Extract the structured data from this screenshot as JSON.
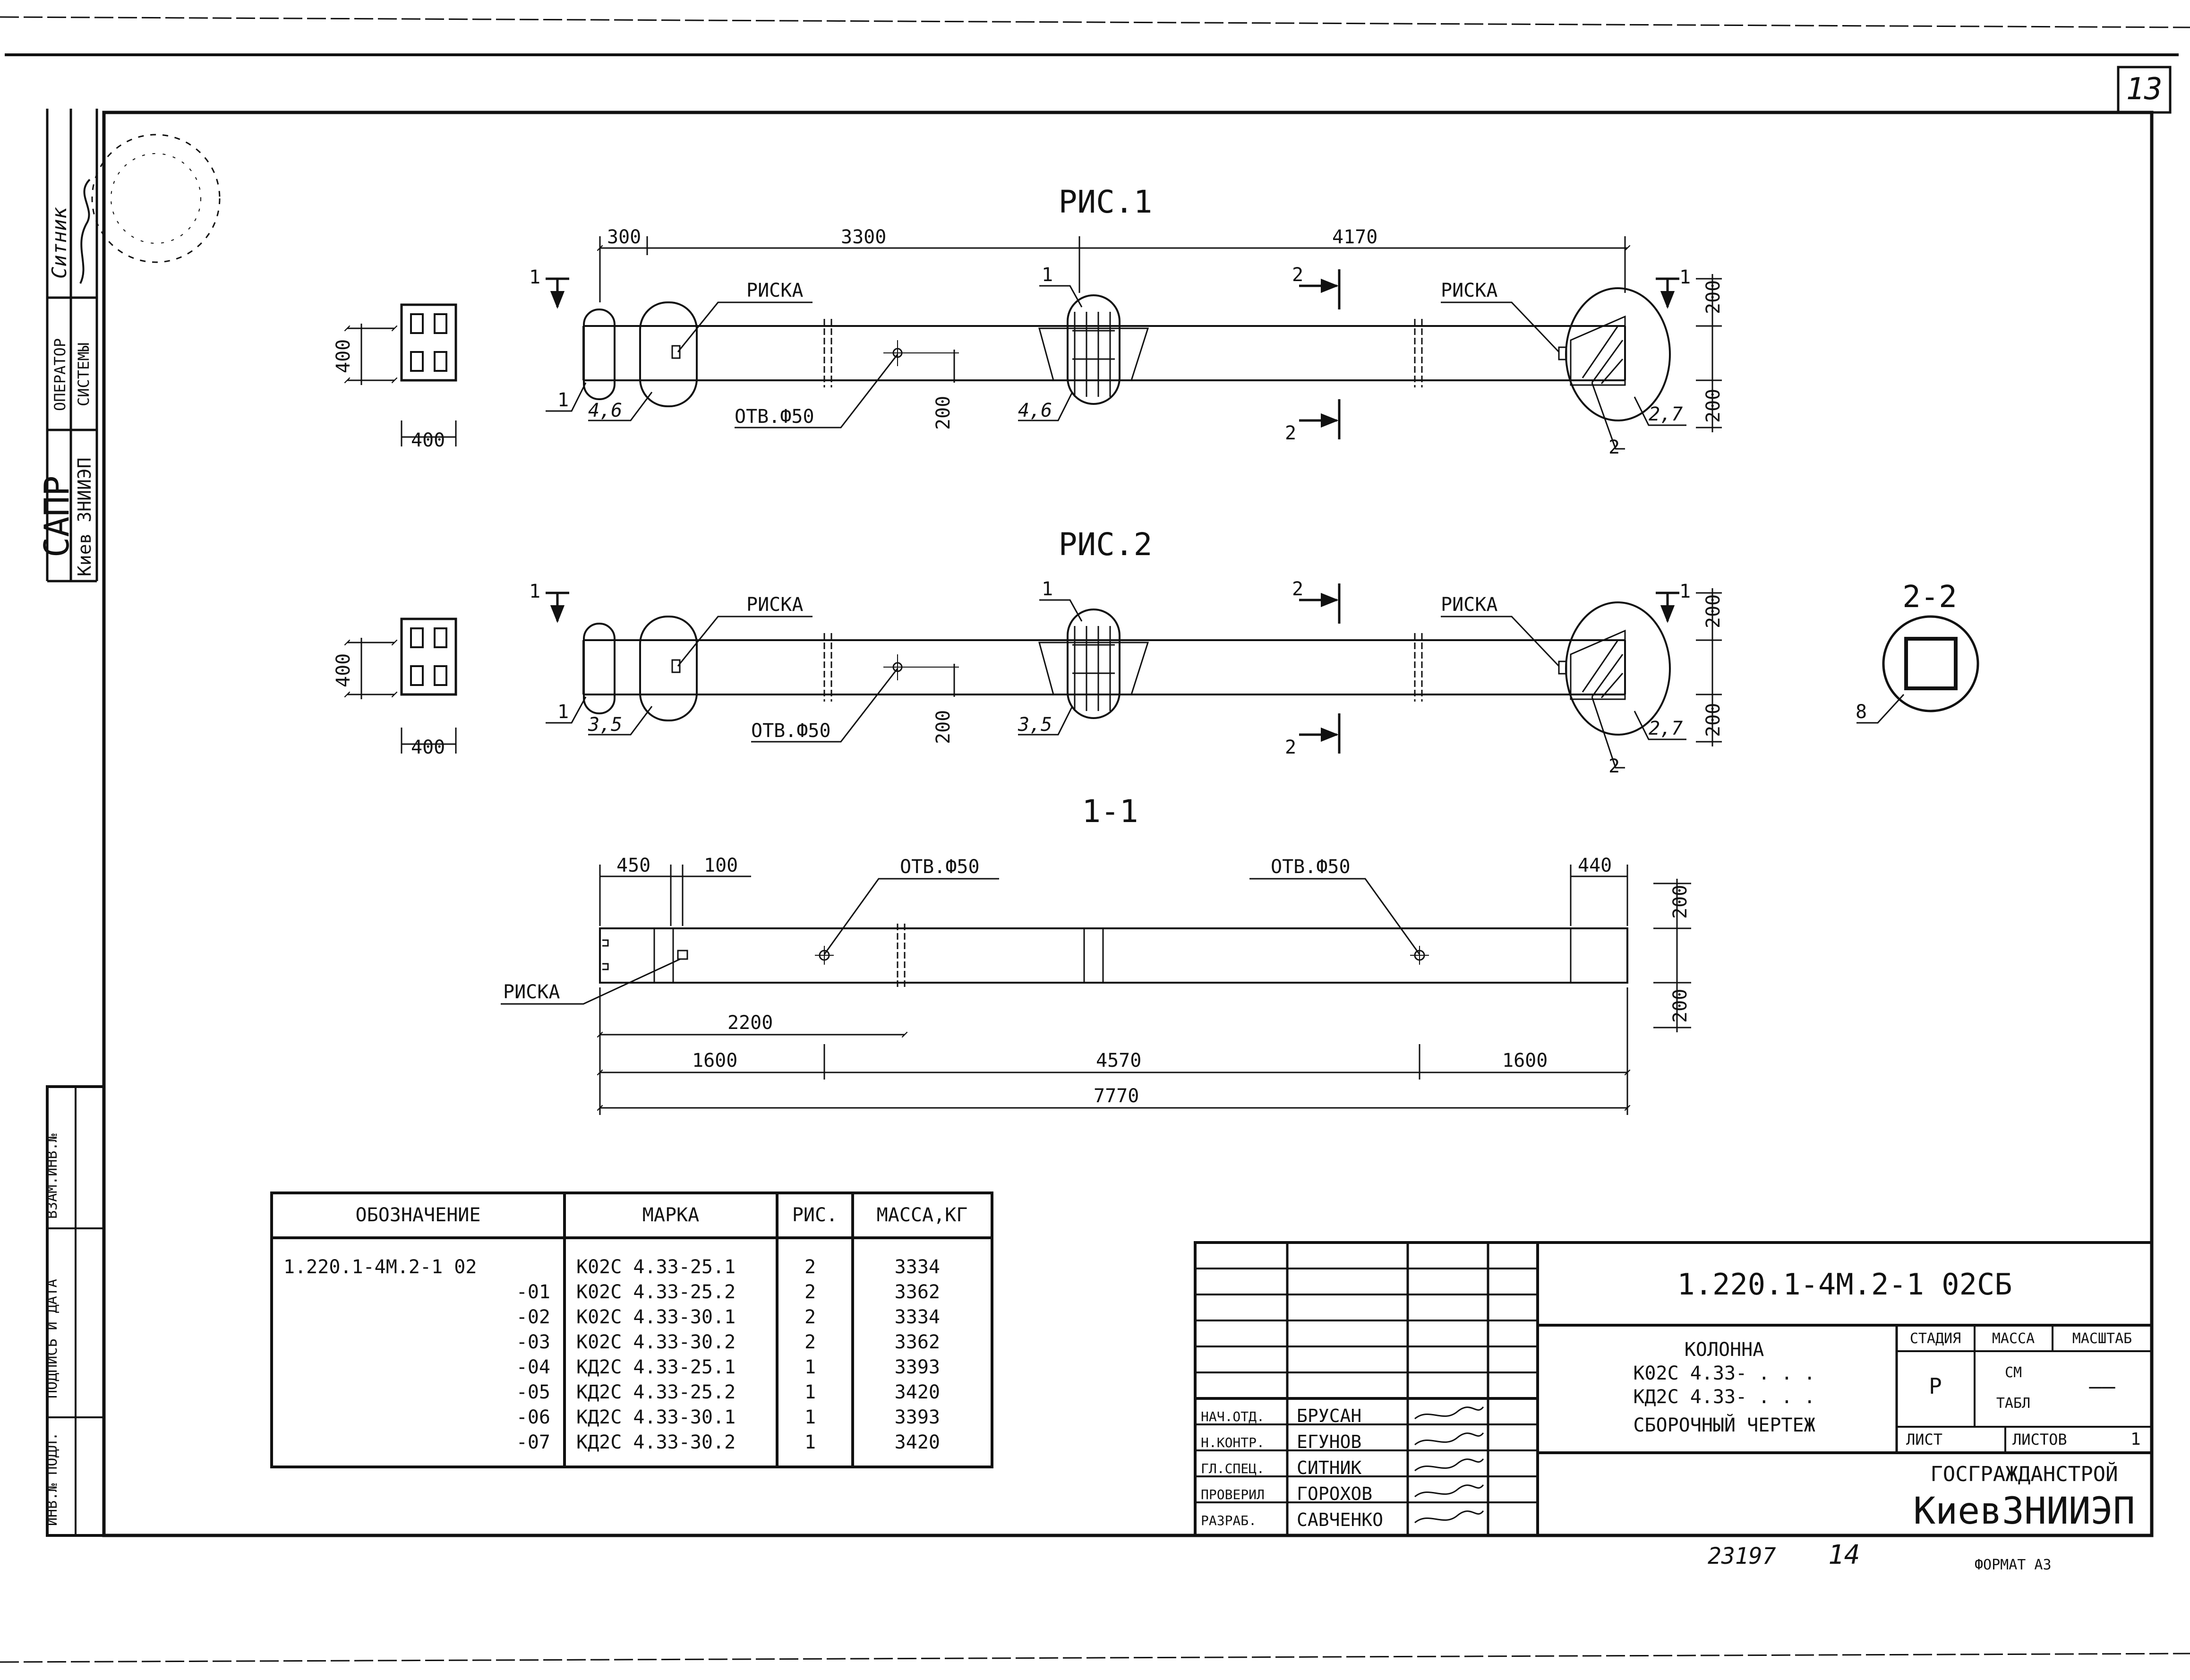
{
  "page_number": "13",
  "left_stamp": {
    "sapr": "САПР",
    "org": "Киев ЗНИИЭП",
    "operator": "ОПЕРАТОР",
    "system": "СИСТЕМЫ",
    "name": "Ситник",
    "inv_vzam": "ВЗАМ.ИНВ.№",
    "sign_date": "ПОДПИСЬ И ДАТА",
    "inv_podl": "ИНВ.№ ПОДЛ."
  },
  "fig1": {
    "title": "РИС.1",
    "dim_300": "300",
    "dim_3300": "3300",
    "dim_4170": "4170",
    "dim_400_v": "400",
    "dim_400_h": "400",
    "riska_left": "РИСКА",
    "riska_right": "РИСКА",
    "hole": "ОТВ.Ф50",
    "dim_200_mid": "200",
    "dim_200_top": "200",
    "dim_200_bottom": "200",
    "pos_left": "4,6",
    "pos_mid": "4,6",
    "pos_right": "2,7",
    "sec1": "1",
    "sec1b": "1",
    "sec2": "2",
    "sec2b": "2",
    "lead1": "1",
    "lead1b": "1",
    "lead2": "2"
  },
  "fig2": {
    "title": "РИС.2",
    "dim_400_v": "400",
    "dim_400_h": "400",
    "riska_left": "РИСКА",
    "riska_right": "РИСКА",
    "hole": "ОТВ.Ф50",
    "dim_200_mid": "200",
    "dim_200_top": "200",
    "dim_200_bottom": "200",
    "pos_left": "3,5",
    "pos_mid": "3,5",
    "pos_right": "2,7",
    "sec1": "1",
    "sec1b": "1",
    "sec2": "2",
    "sec2b": "2",
    "lead1": "1",
    "lead1b": "1",
    "lead2": "2"
  },
  "section_22": {
    "title": "2-2",
    "pos": "8"
  },
  "section_11": {
    "title": "1-1",
    "dim_450": "450",
    "dim_100": "100",
    "dim_440": "440",
    "hole_left": "ОТВ.Ф50",
    "hole_right": "ОТВ.Ф50",
    "riska": "РИСКА",
    "dim_2200": "2200",
    "dim_1600_left": "1600",
    "dim_4570": "4570",
    "dim_1600_right": "1600",
    "dim_7770": "7770",
    "dim_200_top": "200",
    "dim_200_bottom": "200"
  },
  "spec_table": {
    "headers": [
      "ОБОЗНАЧЕНИЕ",
      "МАРКА",
      "РИС.",
      "МАССА,КГ"
    ],
    "rows": [
      [
        "1.220.1-4М.2-1 02",
        "К02С 4.33-25.1",
        "2",
        "3334"
      ],
      [
        "-01",
        "К02С 4.33-25.2",
        "2",
        "3362"
      ],
      [
        "-02",
        "К02С 4.33-30.1",
        "2",
        "3334"
      ],
      [
        "-03",
        "К02С 4.33-30.2",
        "2",
        "3362"
      ],
      [
        "-04",
        "КД2С 4.33-25.1",
        "1",
        "3393"
      ],
      [
        "-05",
        "КД2С 4.33-25.2",
        "1",
        "3420"
      ],
      [
        "-06",
        "КД2С 4.33-30.1",
        "1",
        "3393"
      ],
      [
        "-07",
        "КД2С 4.33-30.2",
        "1",
        "3420"
      ]
    ]
  },
  "title_block": {
    "code": "1.220.1-4М.2-1 02СБ",
    "desc": [
      "КОЛОННА",
      "К02С 4.33- . . .",
      "КД2С 4.33- . . .",
      "СБОРОЧНЫЙ ЧЕРТЕЖ"
    ],
    "stage_label": "СТАДИЯ",
    "mass_label": "МАССА",
    "scale_label": "МАСШТАБ",
    "stage": "Р",
    "mass_see": "СМ",
    "mass_table": "ТАБЛ",
    "scale": "——",
    "sheet_label": "ЛИСТ",
    "sheets_label": "ЛИСТОВ",
    "sheets": "1",
    "org1": "ГОСГРАЖДАНСТРОЙ",
    "org2": "КиевЗНИИЭП",
    "roles": [
      {
        "role": "НАЧ.ОТД.",
        "name": "БРУСАН"
      },
      {
        "role": "Н.КОНТР.",
        "name": "ЕГУНОВ"
      },
      {
        "role": "ГЛ.СПЕЦ.",
        "name": "СИТНИК"
      },
      {
        "role": "ПРОВЕРИЛ",
        "name": "ГОРОХОВ"
      },
      {
        "role": "РАЗРАБ.",
        "name": "САВЧЕНКО"
      }
    ]
  },
  "bottom": {
    "num": "23197",
    "sheet": "14",
    "format": "ФОРМАТ А3"
  }
}
